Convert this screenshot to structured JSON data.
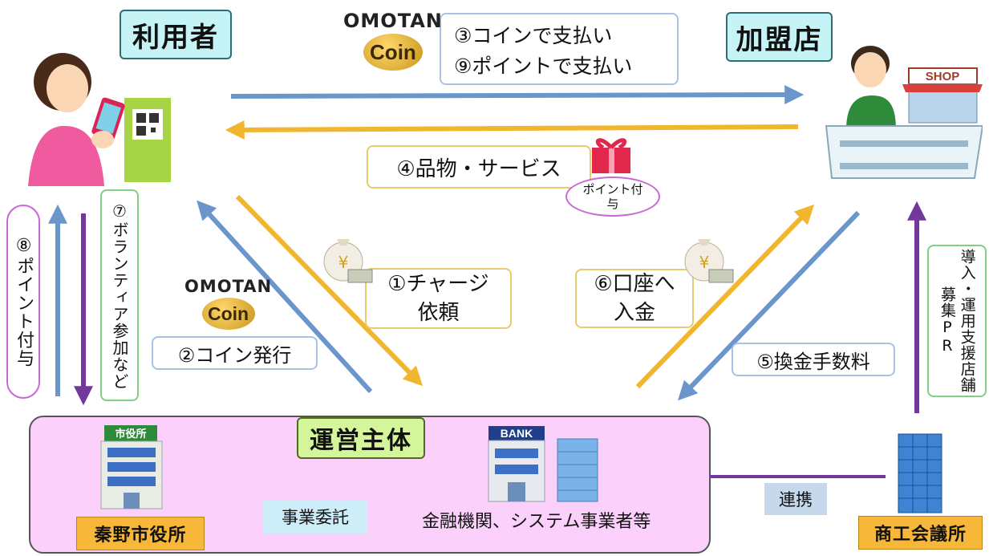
{
  "labels": {
    "user": "利用者",
    "store": "加盟店",
    "operator": "運営主体",
    "city_hall": "秦野市役所",
    "chamber": "商工会議所",
    "outsourcing": "事業委託",
    "partnership": "連携",
    "financial": "金融機関、システム事業者等"
  },
  "flows": {
    "pay_coin": "③コインで支払い",
    "pay_point": "⑨ポイントで支払い",
    "goods": "④品物・サービス",
    "point_grant_small": "ポイント付与",
    "charge_request": "①チャージ依頼",
    "coin_issue": "②コイン発行",
    "deposit": "⑥口座へ入金",
    "fee": "⑤換金手数料",
    "point_grant": "⑧ポイント付与",
    "volunteer": "⑦ボランティア参加など",
    "support": "導入・運用支援店舗募集PR"
  },
  "logos": {
    "brand_prefix": "OMOTAN",
    "coin_word": "Coin",
    "shop_sign": "SHOP",
    "bank_sign": "BANK",
    "city_hall_sign": "市役所"
  },
  "colors": {
    "arrow_blue": "#6b96cc",
    "arrow_yellow": "#f2b52e",
    "arrow_purple": "#74379c",
    "region_pink": "#fbd1fb"
  }
}
